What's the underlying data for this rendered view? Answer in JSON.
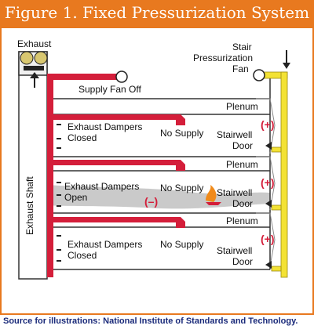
{
  "figure": {
    "title": "Figure 1. Fixed Pressurization System",
    "source": "Source for illustrations: National Institute of Standards and Technology."
  },
  "colors": {
    "frame": "#e8791f",
    "supply_duct": "#d41e3a",
    "stair_duct": "#f3e234",
    "smoke": "#8a8a8a",
    "text": "#111111"
  },
  "labels": {
    "exhaust": "Exhaust",
    "exhaust_shaft": "Exhaust Shaft",
    "supply_fan_off": "Supply Fan Off",
    "stair_fan_line1": "Stair",
    "stair_fan_line2": "Pressurization",
    "stair_fan_line3": "Fan"
  },
  "floors": [
    {
      "plenum": "Plenum",
      "dampers_line1": "Exhaust Dampers",
      "dampers_line2": "Closed",
      "supply": "No Supply",
      "stairwell_line1": "Stairwell",
      "stairwell_line2": "Door",
      "pressure": "(+)"
    },
    {
      "plenum": "Plenum",
      "dampers_line1": "Exhaust Dampers",
      "dampers_line2": "Open",
      "supply": "No Supply",
      "stairwell_line1": "Stairwell",
      "stairwell_line2": "Door",
      "pressure": "(+)",
      "fire_floor_pressure": "(–)"
    },
    {
      "plenum": "Plenum",
      "dampers_line1": "Exhaust Dampers",
      "dampers_line2": "Closed",
      "supply": "No Supply",
      "stairwell_line1": "Stairwell",
      "stairwell_line2": "Door",
      "pressure": "(+)"
    }
  ]
}
